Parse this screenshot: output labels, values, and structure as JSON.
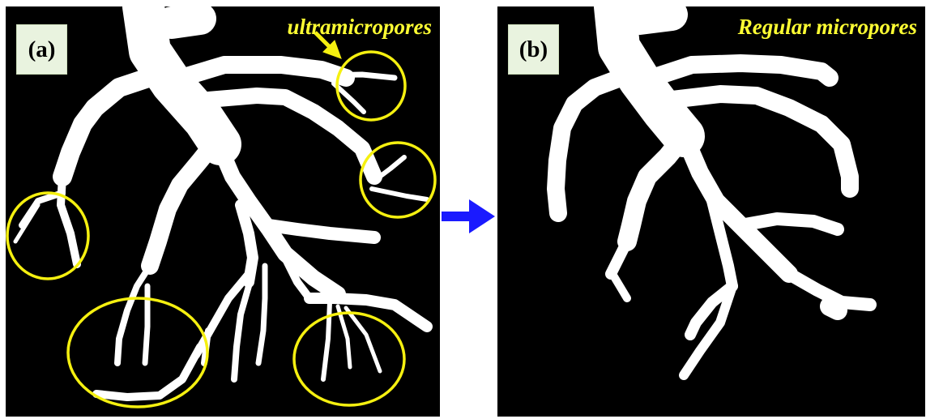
{
  "panel_a": {
    "label": "(a)",
    "caption": "ultramicropores"
  },
  "panel_b": {
    "label": "(b)",
    "caption": "Regular micropores"
  },
  "colors": {
    "background": "#000000",
    "branch": "#ffffff",
    "highlight": "#f5f010",
    "caption": "#ffff33",
    "arrow": "#1a1aff",
    "label_box": "#e9f3df"
  }
}
